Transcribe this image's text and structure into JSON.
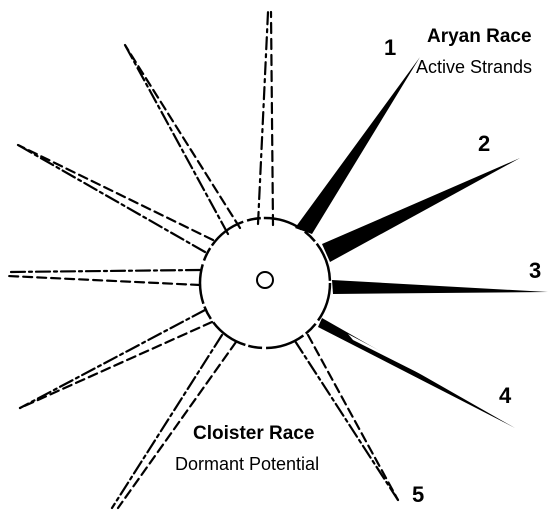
{
  "diagram": {
    "numbers": [
      "1",
      "2",
      "3",
      "4",
      "5"
    ],
    "active_group": {
      "title": "Aryan Race",
      "subtitle": "Active Strands"
    },
    "dormant_group": {
      "title": "Cloister Race",
      "subtitle": "Dormant Potential"
    },
    "colors": {
      "ink": "#000000",
      "background": "#ffffff"
    }
  }
}
